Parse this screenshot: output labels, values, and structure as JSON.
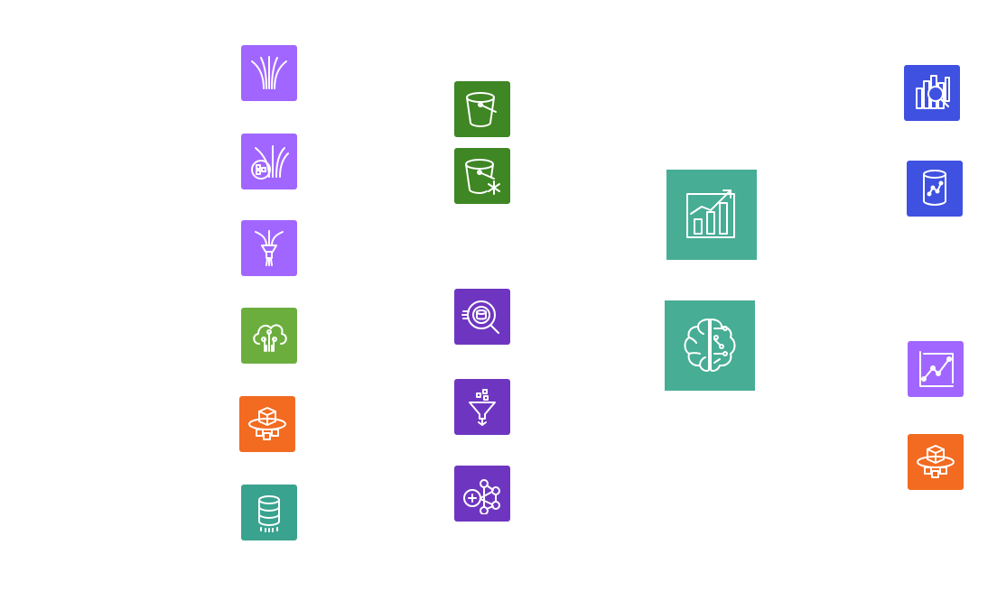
{
  "colors": {
    "kinesis": "#a166ff",
    "s3": "#3f8624",
    "iot": "#6cae3e",
    "greengrass": "#f26b21",
    "timestream": "#3aa38f",
    "analytics": "#6e36c0",
    "ml": "#47ad95",
    "search": "#3f51e0",
    "quicksight": "#a166ff"
  },
  "icons": [
    {
      "name": "kinesis-data-streams-icon",
      "color_key": "kinesis"
    },
    {
      "name": "kinesis-video-streams-icon",
      "color_key": "kinesis"
    },
    {
      "name": "kinesis-firehose-icon",
      "color_key": "kinesis"
    },
    {
      "name": "iot-core-icon",
      "color_key": "iot"
    },
    {
      "name": "iot-greengrass-icon",
      "color_key": "greengrass"
    },
    {
      "name": "timestream-database-icon",
      "color_key": "timestream"
    },
    {
      "name": "s3-bucket-icon",
      "color_key": "s3"
    },
    {
      "name": "s3-glacier-icon",
      "color_key": "s3"
    },
    {
      "name": "athena-query-icon",
      "color_key": "analytics"
    },
    {
      "name": "glue-etl-icon",
      "color_key": "analytics"
    },
    {
      "name": "glue-catalog-icon",
      "color_key": "analytics"
    },
    {
      "name": "forecast-chart-icon",
      "color_key": "ml"
    },
    {
      "name": "sagemaker-brain-icon",
      "color_key": "ml"
    },
    {
      "name": "opensearch-icon",
      "color_key": "search"
    },
    {
      "name": "timestream-analytics-icon",
      "color_key": "search"
    },
    {
      "name": "quicksight-chart-icon",
      "color_key": "quicksight"
    },
    {
      "name": "greengrass-edge-icon",
      "color_key": "greengrass"
    }
  ]
}
